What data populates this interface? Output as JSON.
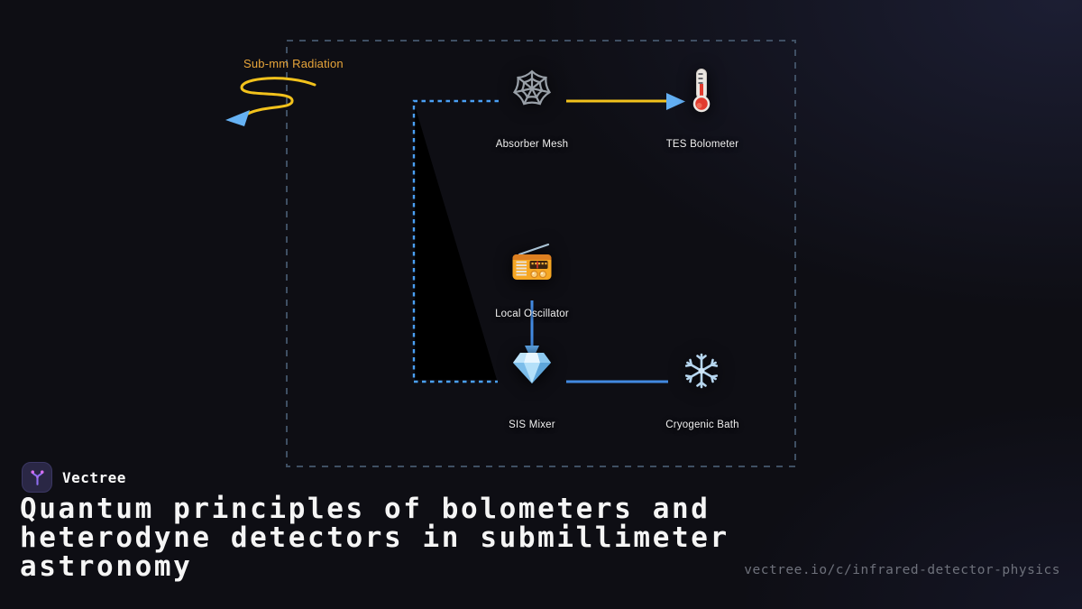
{
  "brand": {
    "name": "Vectree",
    "logo_icon": "vectree-branch-icon"
  },
  "title": "Quantum principles of bolometers and heterodyne detectors in submillimeter astronomy",
  "url": "vectree.io/c/infrared-detector-physics",
  "diagram": {
    "input_label": "Sub-mm Radiation",
    "nodes": [
      {
        "id": "absorber-mesh",
        "label": "Absorber Mesh",
        "icon": "spider-web-icon"
      },
      {
        "id": "tes-bolometer",
        "label": "TES Bolometer",
        "icon": "thermometer-icon"
      },
      {
        "id": "local-oscillator",
        "label": "Local Oscillator",
        "icon": "radio-icon"
      },
      {
        "id": "sis-mixer",
        "label": "SIS Mixer",
        "icon": "gem-icon"
      },
      {
        "id": "cryogenic-bath",
        "label": "Cryogenic Bath",
        "icon": "snowflake-icon"
      }
    ],
    "connections": [
      {
        "from": "radiation",
        "to": "absorber-mesh",
        "style": "yellow-wave-blue-arrow"
      },
      {
        "from": "absorber-mesh",
        "to": "tes-bolometer",
        "style": "yellow-line-blue-arrow"
      },
      {
        "from": "local-oscillator",
        "to": "sis-mixer",
        "style": "blue-arrow-down"
      },
      {
        "from": "sis-mixer",
        "to": "cryogenic-bath",
        "style": "blue-line"
      }
    ]
  },
  "colors": {
    "background": "#0e0e14",
    "background_accent": "#1c1e33",
    "outer_dash": "#3f4f63",
    "signal_dash": "#4aa0f5",
    "wave_yellow": "#f2c21c",
    "radiation_text": "#e8a53a",
    "arrow_blue": "#62aef2",
    "line_blue": "#4289e0",
    "label_text": "#f0f0f0",
    "title_text": "#f5f5f5",
    "url_text": "#6e717b",
    "logo_purple": "#8f6ef0",
    "logo_magenta": "#d66ef0"
  }
}
